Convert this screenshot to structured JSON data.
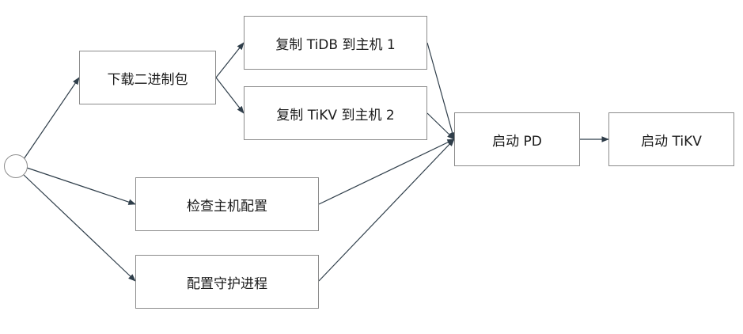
{
  "diagram": {
    "nodes": {
      "download": "下载二进制包",
      "copy_tidb": "复制 TiDB 到主机 1",
      "copy_tikv": "复制 TiKV 到主机 2",
      "check_host": "检查主机配置",
      "config_daemon": "配置守护进程",
      "start_pd": "启动 PD",
      "start_tikv": "启动 TiKV"
    },
    "edges": [
      {
        "from": "start",
        "to": "download"
      },
      {
        "from": "start",
        "to": "check_host"
      },
      {
        "from": "start",
        "to": "config_daemon"
      },
      {
        "from": "download",
        "to": "copy_tidb"
      },
      {
        "from": "download",
        "to": "copy_tikv"
      },
      {
        "from": "copy_tidb",
        "to": "start_pd"
      },
      {
        "from": "copy_tikv",
        "to": "start_pd"
      },
      {
        "from": "check_host",
        "to": "start_pd"
      },
      {
        "from": "config_daemon",
        "to": "start_pd"
      },
      {
        "from": "start_pd",
        "to": "start_tikv"
      }
    ],
    "colors": {
      "border": "#8c8c8c",
      "arrow": "#2f3e4a",
      "text": "#1a1a1a"
    }
  }
}
